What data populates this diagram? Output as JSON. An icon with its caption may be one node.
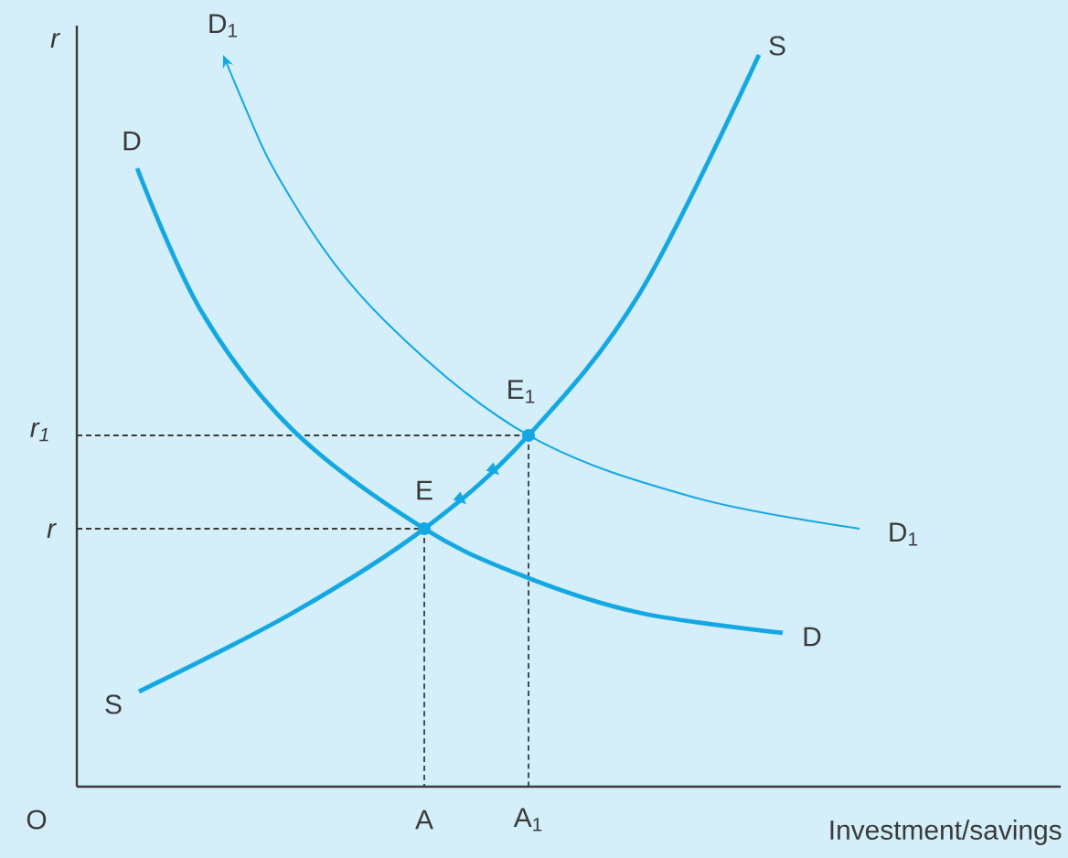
{
  "diagram": {
    "labels": [
      "r",
      "D$_{1}$",
      "S",
      "D",
      "E$_{1}$",
      "r$_{1}$",
      "r",
      "E",
      "D$_{1}$",
      "D",
      "S",
      "O",
      "A",
      "A$_{1}$",
      "Investment/savings"
    ]
  }
}
